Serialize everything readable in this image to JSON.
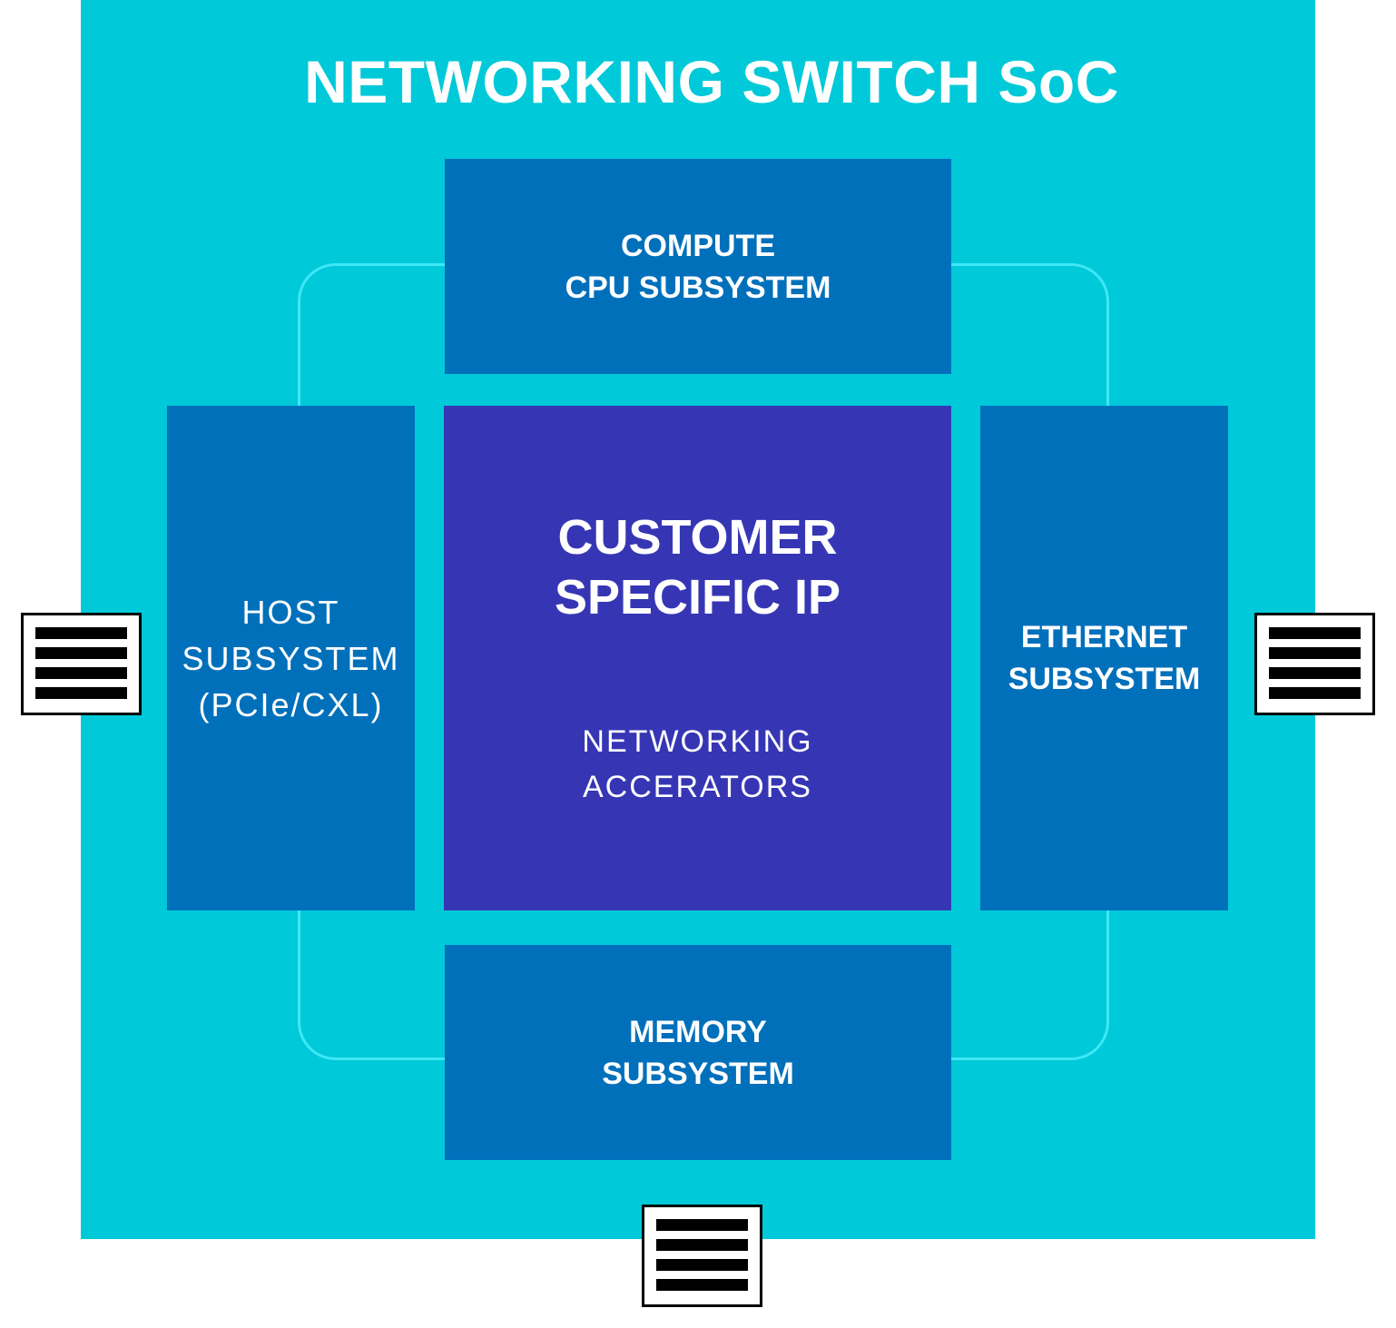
{
  "title": "NETWORKING SWITCH SoC",
  "colors": {
    "soc_background": "#00c9d9",
    "ring": "#3fe7f5",
    "subsystem_block": "#0070bb",
    "customer_block": "#3636b5",
    "text": "#ffffff",
    "port": "#000000"
  },
  "blocks": {
    "compute": [
      "COMPUTE",
      "CPU SUBSYSTEM"
    ],
    "host": [
      "HOST",
      "SUBSYSTEM",
      "(PCIe/CXL)"
    ],
    "customer": {
      "title": [
        "CUSTOMER",
        "SPECIFIC IP"
      ],
      "subtitle": [
        "NETWORKING",
        "ACCERATORS"
      ]
    },
    "ethernet": [
      "ETHERNET",
      "SUBSYSTEM"
    ],
    "memory": [
      "MEMORY",
      "SUBSYSTEM"
    ]
  },
  "ports": [
    "left-port-icon",
    "right-port-icon",
    "bottom-port-icon"
  ]
}
